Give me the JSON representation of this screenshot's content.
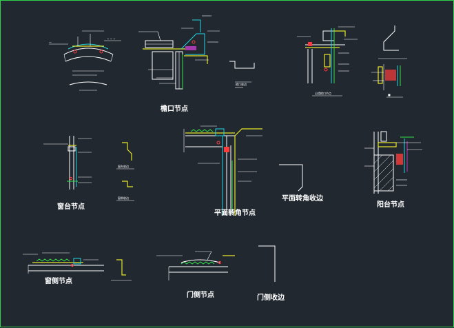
{
  "titles": {
    "eaves_node": "檐口节点",
    "flat_corner_node": "平面转角节点",
    "flat_corner_flashing": "平面转角收边",
    "window_sill_node": "窗台节点",
    "balcony_node": "阳台节点",
    "window_side_node": "窗侧节点",
    "door_side_node": "门侧节点",
    "door_side_flashing": "门侧收边",
    "mountain_wall_eaves": "山墙檐口节点",
    "window_sill_flashing": "窗台收边",
    "window_side_flashing": "窗侧收边",
    "eaves_flashing": "檐口收边"
  },
  "colors": {
    "background": "#212830",
    "border": "#2fd24a",
    "line": "#ffffff",
    "yellow": "#e8e62a",
    "cyan": "#22d6e0",
    "green": "#33e04a",
    "red": "#ff3b3b",
    "magenta": "#e040e0"
  }
}
